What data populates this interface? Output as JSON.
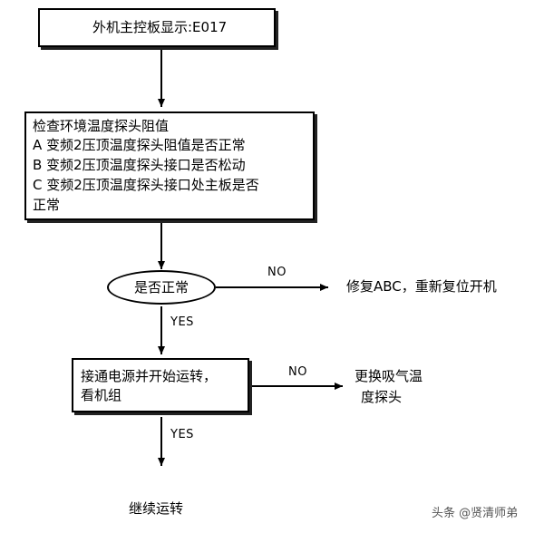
{
  "title_box": {
    "text": "外机主控板显示:E017"
  },
  "check_box": {
    "lines": [
      "检查环境温度探头阻值",
      "A 变频2压顶温度探头阻值是否正常",
      "B 变频2压顶温度探头接口是否松动",
      "C 变频2压顶温度探头接口处主板是否",
      "正常"
    ]
  },
  "decision": {
    "text": "是否正常"
  },
  "no_label_1": "NO",
  "yes_label_1": "YES",
  "no_result_1": "修复ABC，重新复位开机",
  "power_box": {
    "lines": [
      "接通电源并开始运转，",
      "看机组"
    ]
  },
  "no_label_2": "NO",
  "yes_label_2": "YES",
  "no_result_2": {
    "lines": [
      "更换吸气温",
      "度探头"
    ]
  },
  "final_text": "继续运转",
  "watermark": "头条 @贤清师弟"
}
